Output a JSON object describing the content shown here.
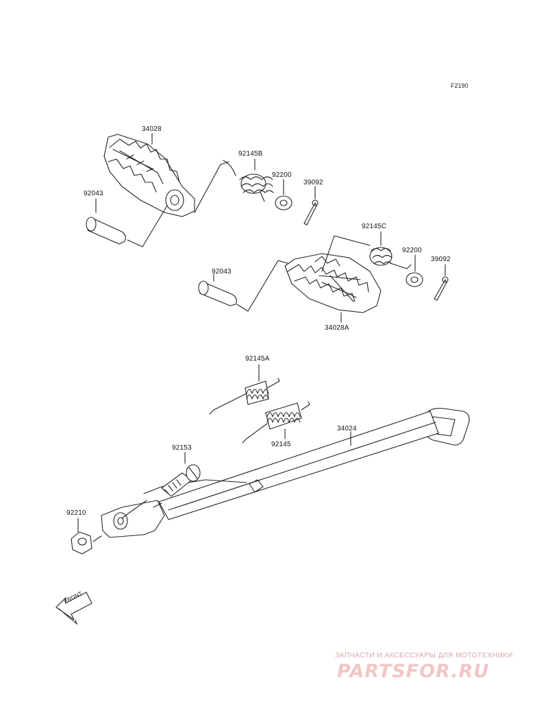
{
  "figure_code": "F2190",
  "part_labels": {
    "p34028": "34028",
    "p92145b": "92145B",
    "p92200_top": "92200",
    "p39092_top": "39092",
    "p92043_top": "92043",
    "p92145c": "92145C",
    "p92200_mid": "92200",
    "p39092_mid": "39092",
    "p92043_mid": "92043",
    "p34028a": "34028A",
    "p92145a": "92145A",
    "p34024": "34024",
    "p92153": "92153",
    "p92145": "92145",
    "p92210": "92210"
  },
  "front_arrow_label": "FRONT",
  "watermark": {
    "caption": "ЗАПЧАСТИ И АКСЕССУАРЫ ДЛЯ МОТОТЕХНИКИ",
    "logo": "PARTSFOR.RU"
  }
}
